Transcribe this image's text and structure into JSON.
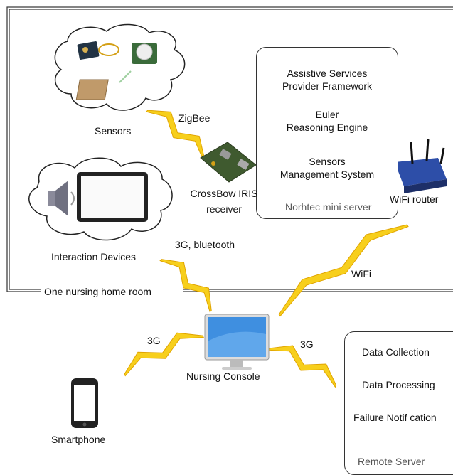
{
  "room": {
    "label": "One nursing home room"
  },
  "sensors": {
    "label": "Sensors"
  },
  "interaction": {
    "label": "Interaction Devices"
  },
  "receiver": {
    "line1": "CrossBow IRIS",
    "line2": "receiver"
  },
  "server": {
    "title": "Norhtec mini server",
    "items": [
      [
        "Assistive Services",
        "Provider Framework"
      ],
      [
        "Euler",
        "Reasoning Engine"
      ],
      [
        "Sensors",
        "Management System"
      ]
    ]
  },
  "router": {
    "label": "WiFi router"
  },
  "links": {
    "zigbee": "ZigBee",
    "bluetooth": "3G, bluetooth",
    "wifi": "WiFi",
    "phone_3g": "3G",
    "remote_3g": "3G"
  },
  "console": {
    "label": "Nursing Console"
  },
  "smartphone": {
    "label": "Smartphone"
  },
  "remote": {
    "title": "Remote Server",
    "items": [
      "Data Collection",
      "Data Processing",
      "Failure Notif cation"
    ]
  },
  "colors": {
    "lightning": "#f7cf1c",
    "lightning_stroke": "#e0a400",
    "screen": "#3f8fe0"
  }
}
